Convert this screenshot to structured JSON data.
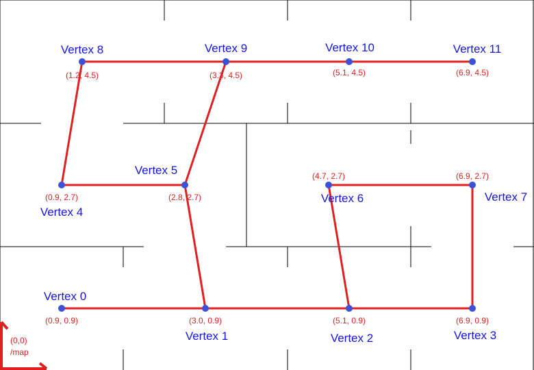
{
  "colors": {
    "wall": "#000000",
    "edge": "#e02020",
    "vertex_fill": "#3c50d8",
    "vertex_label": "#1414e6",
    "coord_label": "#e02020",
    "axis": "#e02020"
  },
  "origin_label": {
    "coords": "(0,0)",
    "frame": "/map"
  },
  "vertices": [
    {
      "id": 0,
      "name": "Vertex 0",
      "coord": "(0.9, 0.9)"
    },
    {
      "id": 1,
      "name": "Vertex 1",
      "coord": "(3.0, 0.9)"
    },
    {
      "id": 2,
      "name": "Vertex 2",
      "coord": "(5.1, 0.9)"
    },
    {
      "id": 3,
      "name": "Vertex 3",
      "coord": "(6.9, 0.9)"
    },
    {
      "id": 4,
      "name": "Vertex 4",
      "coord": "(0.9, 2.7)"
    },
    {
      "id": 5,
      "name": "Vertex 5",
      "coord": "(2.8, 2.7)"
    },
    {
      "id": 6,
      "name": "Vertex 6",
      "coord": "(4.7, 2.7)"
    },
    {
      "id": 7,
      "name": "Vertex 7",
      "coord": "(6.9, 2.7)"
    },
    {
      "id": 8,
      "name": "Vertex 8",
      "coord": "(1.2, 4.5)"
    },
    {
      "id": 9,
      "name": "Vertex 9",
      "coord": "(3.3, 4.5)"
    },
    {
      "id": 10,
      "name": "Vertex 10",
      "coord": "(5.1, 4.5)"
    },
    {
      "id": 11,
      "name": "Vertex 11",
      "coord": "(6.9, 4.5)"
    }
  ],
  "edges": [
    [
      0,
      1
    ],
    [
      1,
      2
    ],
    [
      2,
      3
    ],
    [
      1,
      5
    ],
    [
      4,
      5
    ],
    [
      5,
      9
    ],
    [
      4,
      8
    ],
    [
      8,
      9
    ],
    [
      9,
      10
    ],
    [
      10,
      11
    ],
    [
      2,
      6
    ],
    [
      6,
      7
    ],
    [
      3,
      7
    ]
  ]
}
